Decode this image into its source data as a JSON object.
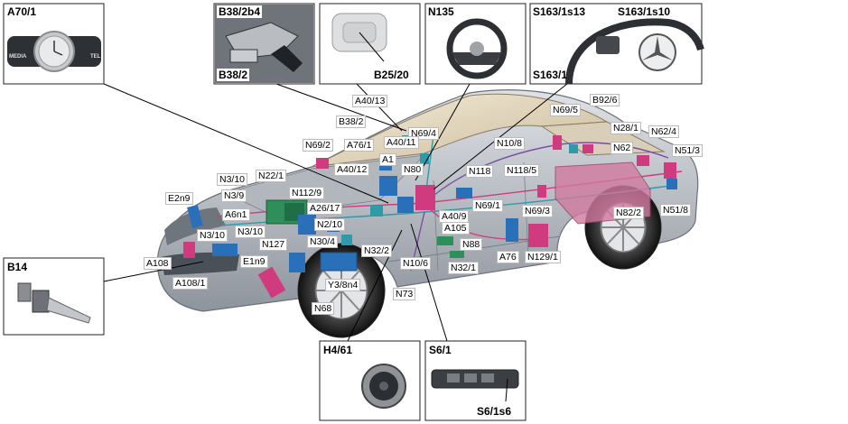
{
  "insets": {
    "a70": {
      "title": "A70/1",
      "left_text": "MEDIA",
      "right_text": "TEL"
    },
    "b38": {
      "title": "B38/2b4",
      "label": "B38/2"
    },
    "b25": {
      "label": "B25/20"
    },
    "n135": {
      "title": "N135"
    },
    "s163": {
      "title_left": "S163/1s13",
      "title_right": "S163/1s10",
      "label": "S163/1"
    },
    "b14": {
      "title": "B14"
    },
    "h4": {
      "title": "H4/61"
    },
    "s6": {
      "title": "S6/1",
      "label": "S6/1s6"
    }
  },
  "callouts": [
    "A40/13",
    "B38/2",
    "N69/4",
    "A40/11",
    "N69/2",
    "A76/1",
    "A1",
    "A40/12",
    "N80",
    "N22/1",
    "N3/10",
    "N3/9",
    "N112/9",
    "E2n9",
    "A26/17",
    "A6n1",
    "N2/10",
    "N3/10",
    "N3/10",
    "N30/4",
    "N127",
    "N32/2",
    "E1n9",
    "A108",
    "A108/1",
    "Y3/8n4",
    "N68",
    "N10/6",
    "N73",
    "A40/9",
    "A105",
    "N88",
    "N32/1",
    "N118",
    "N69/1",
    "N69/5",
    "N10/8",
    "N118/5",
    "B92/6",
    "N28/1",
    "N62/4",
    "N62",
    "N51/3",
    "A76",
    "N69/3",
    "N129/1",
    "N82/2",
    "N51/8"
  ],
  "colors": {
    "ecu_magenta": "#d03a7f",
    "ecu_teal": "#2f9aa8",
    "ecu_green": "#2f8f5a",
    "ecu_blue": "#2a70b8",
    "body": "#c9cdd2"
  }
}
